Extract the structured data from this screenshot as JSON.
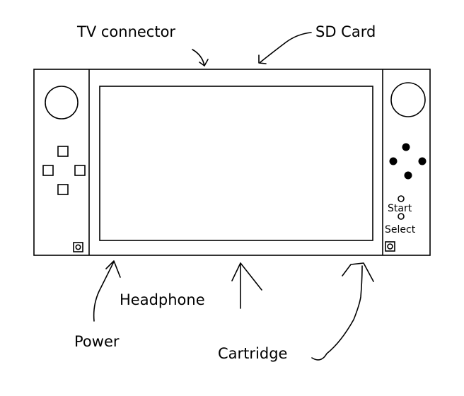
{
  "labels": {
    "tv_connector": "TV connector",
    "sd_card": "SD Card",
    "headphone": "Headphone",
    "power": "Power",
    "cartridge": "Cartridge",
    "start": "Start",
    "select": "Select"
  }
}
